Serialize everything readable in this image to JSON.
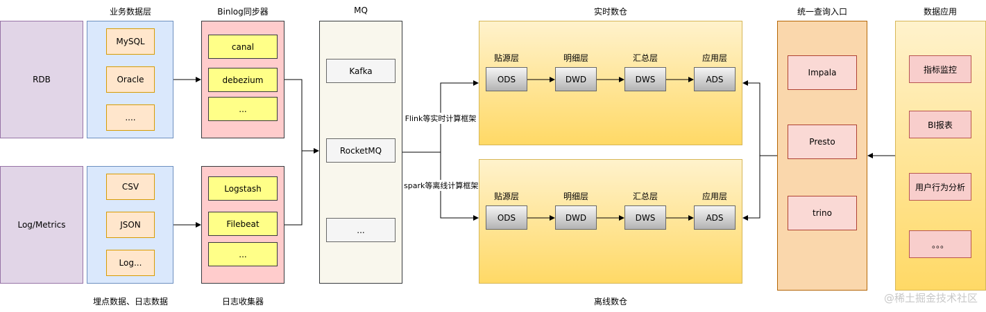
{
  "headers": {
    "biz_layer": "业务数据层",
    "binlog_sync": "Binlog同步器",
    "mq": "MQ",
    "realtime_dw": "实时数仓",
    "query_entry": "统一查询入口",
    "data_app": "数据应用",
    "tracking_log": "埋点数据、日志数据",
    "log_collector": "日志收集器",
    "offline_dw": "离线数仓"
  },
  "sources": {
    "rdb": "RDB",
    "log_metrics": "Log/Metrics"
  },
  "biz_db": [
    "MySQL",
    "Oracle",
    "...."
  ],
  "log_formats": [
    "CSV",
    "JSON",
    "Log..."
  ],
  "binlog_tools": [
    "canal",
    "debezium",
    "..."
  ],
  "log_tools": [
    "Logstash",
    "Filebeat",
    "..."
  ],
  "mq_items": [
    "Kafka",
    "RocketMQ",
    "..."
  ],
  "edge_labels": {
    "flink": "Flink等实时计算框架",
    "spark": "spark等离线计算框架"
  },
  "realtime_layers": [
    {
      "title": "贴源层",
      "node": "ODS"
    },
    {
      "title": "明细层",
      "node": "DWD"
    },
    {
      "title": "汇总层",
      "node": "DWS"
    },
    {
      "title": "应用层",
      "node": "ADS"
    }
  ],
  "offline_layers": [
    {
      "title": "贴源层",
      "node": "ODS"
    },
    {
      "title": "明细层",
      "node": "DWD"
    },
    {
      "title": "汇总层",
      "node": "DWS"
    },
    {
      "title": "应用层",
      "node": "ADS"
    }
  ],
  "query_engines": [
    "Impala",
    "Presto",
    "trino"
  ],
  "applications": [
    "指标监控",
    "BI报表",
    "用户行为分析",
    "。。。"
  ],
  "watermark": "@稀土掘金技术社区"
}
